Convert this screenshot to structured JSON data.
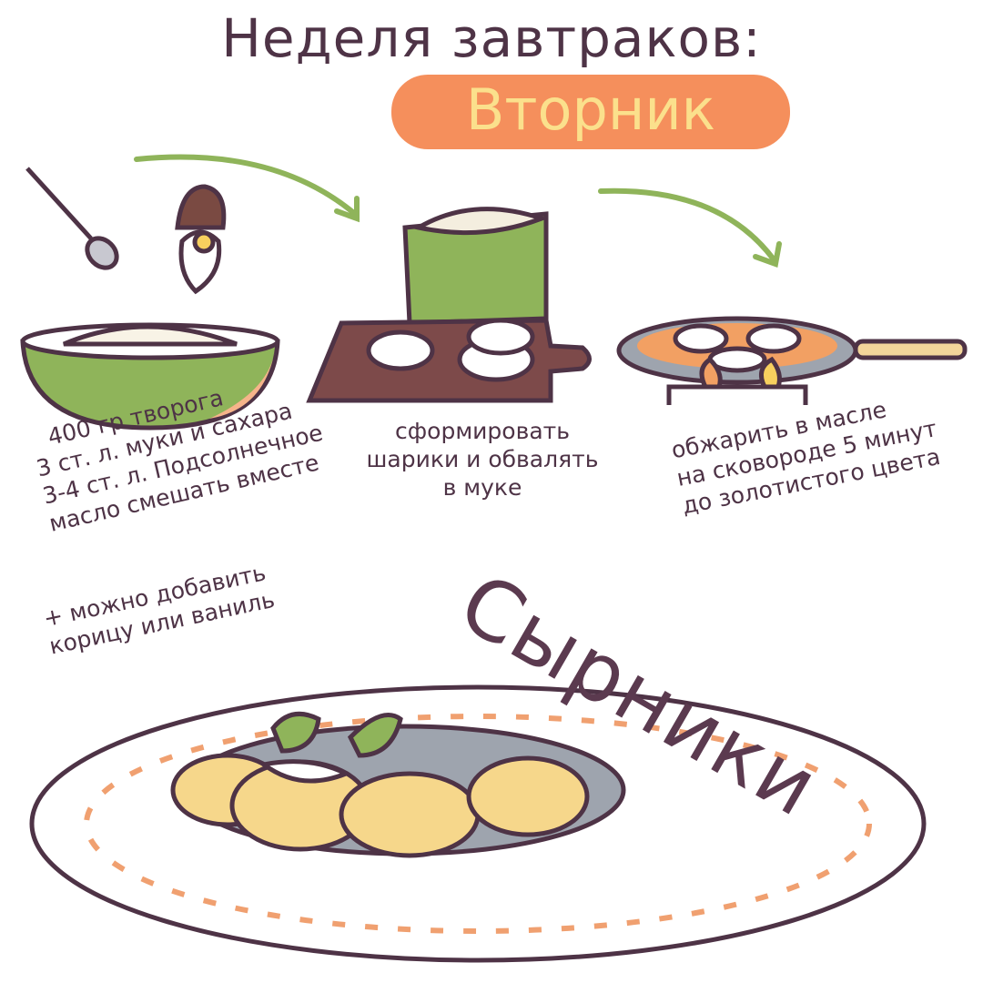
{
  "header": {
    "title": "Неделя завтраков:",
    "day": "Вторник"
  },
  "colors": {
    "text": "#4e3346",
    "accent": "#f58f5c",
    "accent_text": "#fbe08c",
    "green": "#8fb45a",
    "plate_rim": "#f0a070"
  },
  "steps": [
    {
      "icon": "bowl-with-spoon-and-egg-icon",
      "lines": [
        "400 гр творога",
        "3 ст. л. муки и сахара",
        "3-4 ст. л. Подсолнечное",
        "масло смешать вместе"
      ]
    },
    {
      "icon": "cutting-board-with-flour-bag-icon",
      "lines": [
        "сформировать",
        "шарики и обвалять",
        "в муке"
      ]
    },
    {
      "icon": "frying-pan-on-stove-icon",
      "lines": [
        "обжарить в масле",
        "на сковороде 5 минут",
        "до золотистого цвета"
      ]
    }
  ],
  "extra": {
    "lines": [
      "+ можно добавить",
      "корицу или ваниль"
    ]
  },
  "dish": {
    "name": "Сырники",
    "icon": "plate-of-syrniki-icon"
  }
}
